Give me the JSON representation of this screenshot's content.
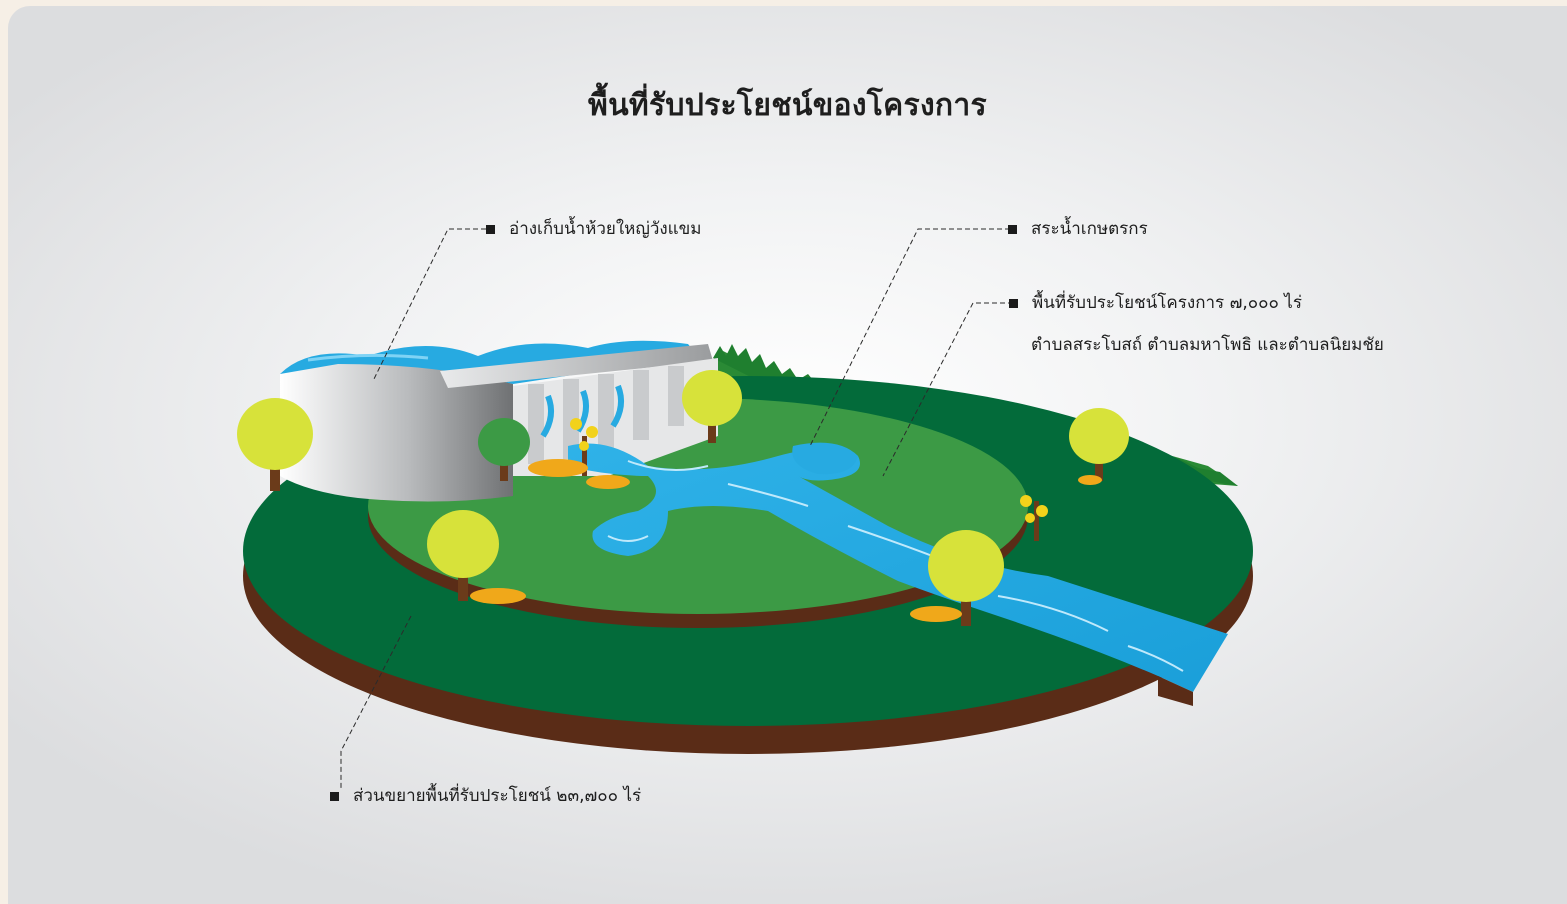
{
  "title": "พื้นที่รับประโยชน์ของโครงการ",
  "labels": {
    "reservoir": "อ่างเก็บน้ำห้วยใหญ่วังแขม",
    "farm_pond": "สระน้ำเกษตรกร",
    "project_area_line1": "พื้นที่รับประโยชน์โครงการ ๗,๐๐๐ ไร่",
    "project_area_line2": "ตำบลสระโบสถ์ ตำบลมหาโพธิ และตำบลนิยมชัย",
    "extension_area": "ส่วนขยายพื้นที่รับประโยชน์ ๒๓,๗๐๐ ไร่"
  },
  "colors": {
    "background": "#f6efe6",
    "outer_land": "#036b3a",
    "inner_land": "#3c9a45",
    "soil": "#5a2c17",
    "water": "#27aae1",
    "water_light": "#7fd3f5",
    "tree_canopy": "#d7e23a",
    "tree_trunk": "#6b3b1a",
    "forest": "#1f7f2f",
    "dam_concrete": "#b4b6b8",
    "flowers": "#f0a81a"
  },
  "icons": [
    "tree-icon",
    "flower-bush-icon",
    "dam-icon",
    "river-icon",
    "pond-icon",
    "forest-icon"
  ]
}
